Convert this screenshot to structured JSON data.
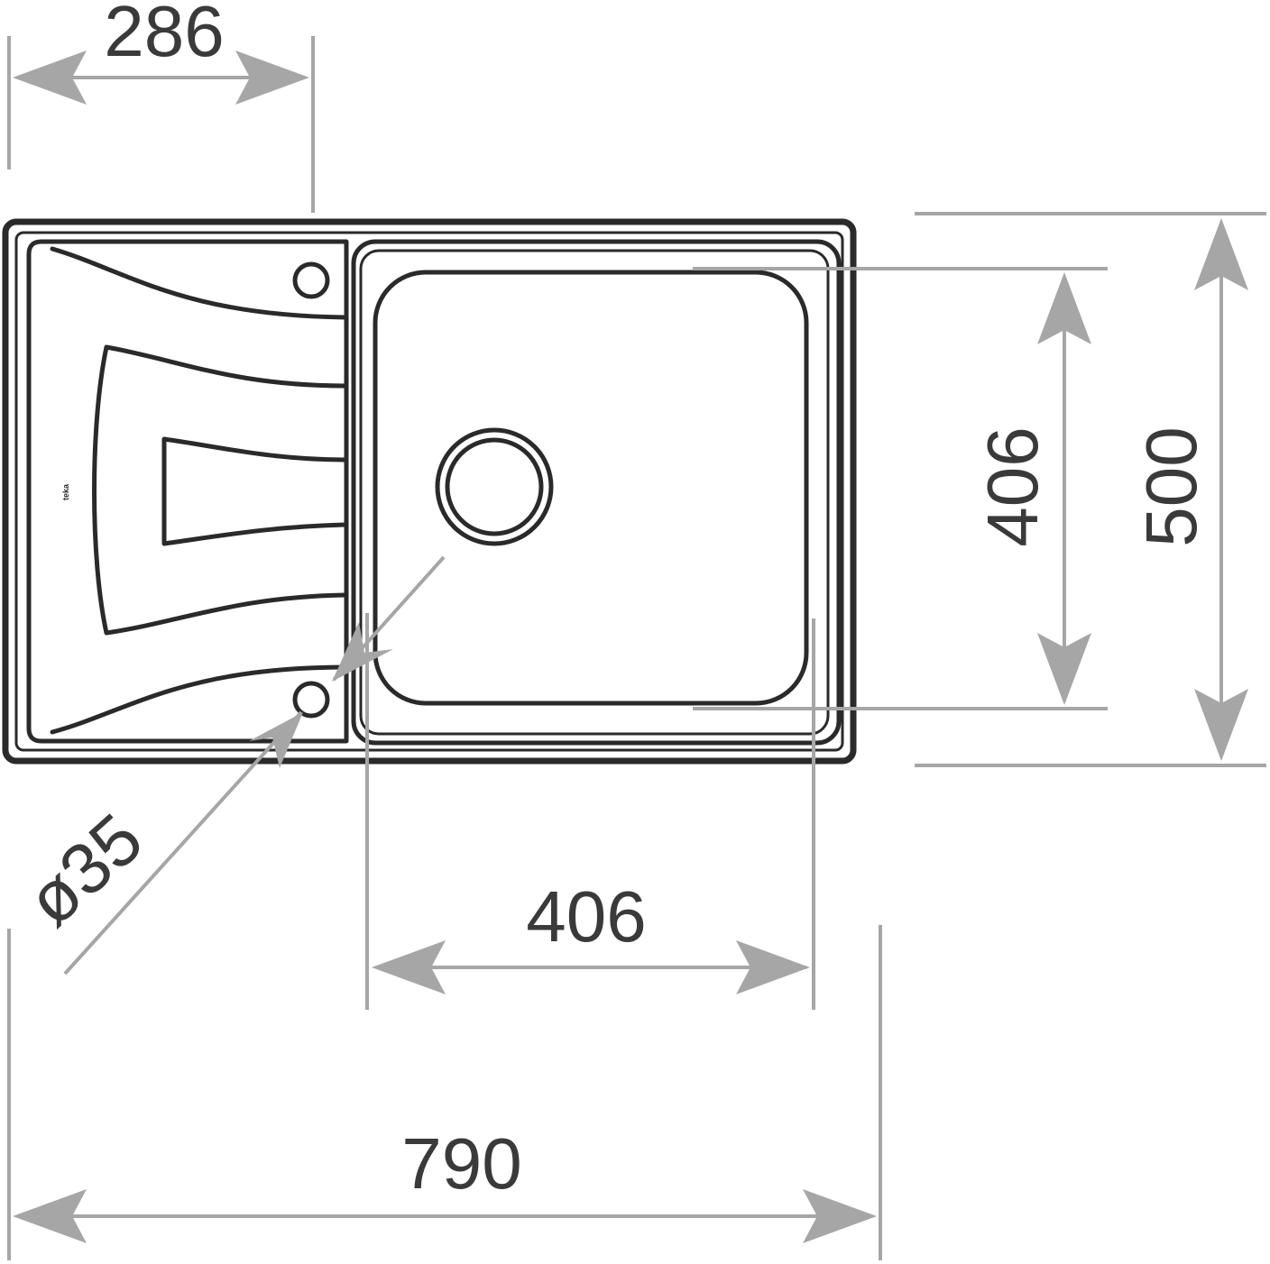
{
  "dimensions": {
    "drainer_width": "286",
    "bowl_height": "406",
    "overall_height": "500",
    "bowl_width": "406",
    "overall_width": "790",
    "tap_hole_diameter": "ø35"
  },
  "brand_mark": "teka",
  "colors": {
    "outline": "#2a2a2a",
    "dimension": "#a6a6a6",
    "text": "#3a3a3a"
  }
}
